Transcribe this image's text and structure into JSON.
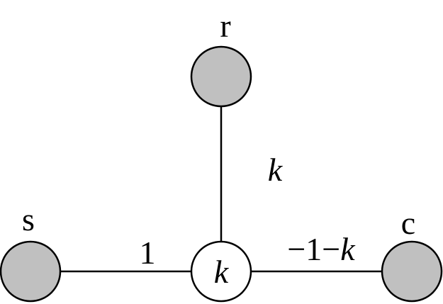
{
  "colors": {
    "leaf_fill": "#c0c0c0",
    "center_fill": "#ffffff",
    "stroke": "#000000"
  },
  "nodes": {
    "r": {
      "label": "r"
    },
    "s": {
      "label": "s"
    },
    "c": {
      "label": "c"
    },
    "center": {
      "label": "k"
    }
  },
  "edges": {
    "r_center": {
      "label": "k"
    },
    "s_center": {
      "label": "1"
    },
    "center_c": {
      "label_prefix": "−1−",
      "label_var": "k"
    }
  }
}
